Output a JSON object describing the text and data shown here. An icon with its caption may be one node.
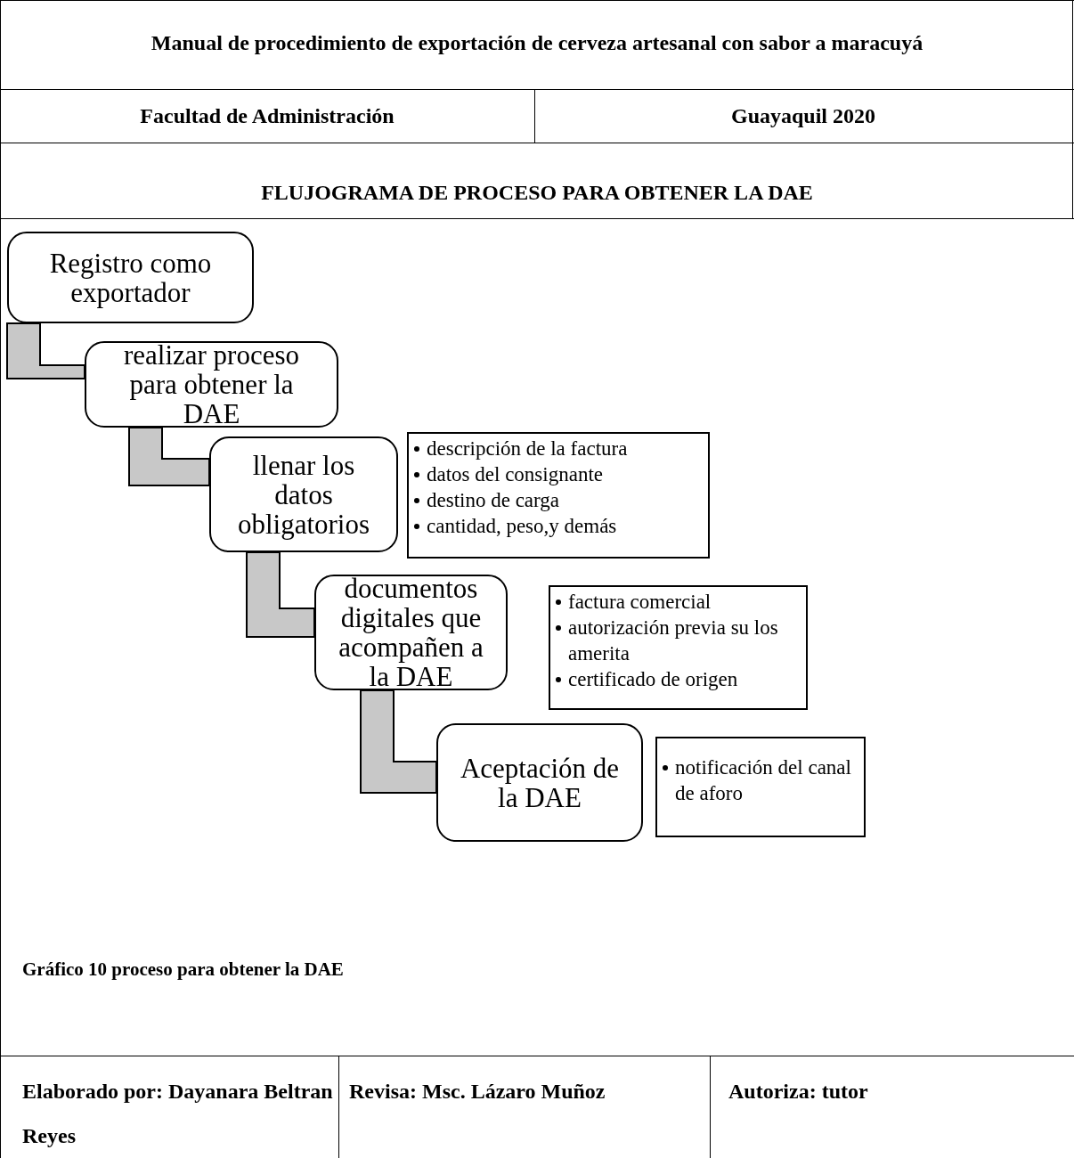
{
  "diagram": {
    "title": "Manual de procedimiento de exportación de cerveza artesanal con sabor a maracuyá",
    "caption": "Gráfico  10 proceso para obtener la DAE",
    "nodes": [
      {
        "text": [
          "Registro como exportador"
        ]
      },
      {
        "text": [
          "realizar proceso para obtener la DAE"
        ]
      },
      {
        "text": [
          "llenar los datos obligatorios"
        ]
      },
      {
        "text": [
          "documentos digitales que acompañen a la DAE"
        ]
      },
      {
        "text": [
          "Aceptación de la DAE"
        ]
      },
      {
        "text": [
          "descripción de la factura",
          "datos del consignante",
          "destino de carga",
          "cantidad, peso,y demás"
        ]
      },
      {
        "text": [
          "factura comercial",
          "autorización previa su los amerita",
          "certificado de origen"
        ]
      },
      {
        "text": [
          "notificación del canal de aforo"
        ]
      }
    ],
    "edges": [
      {
        "from": 0,
        "to": 1,
        "arrow": "none"
      },
      {
        "from": 1,
        "to": 2,
        "arrow": "none"
      },
      {
        "from": 2,
        "to": 3,
        "arrow": "none"
      },
      {
        "from": 3,
        "to": 4,
        "arrow": "none"
      }
    ],
    "labels": [
      "Facultad de Administración",
      "Guayaquil 2020",
      "FLUJOGRAMA DE PROCESO PARA OBTENER LA DAE",
      "Elaborado por: Dayanara Beltran Reyes",
      "Revisa: Msc. Lázaro Muñoz",
      "Autoriza: tutor"
    ]
  }
}
